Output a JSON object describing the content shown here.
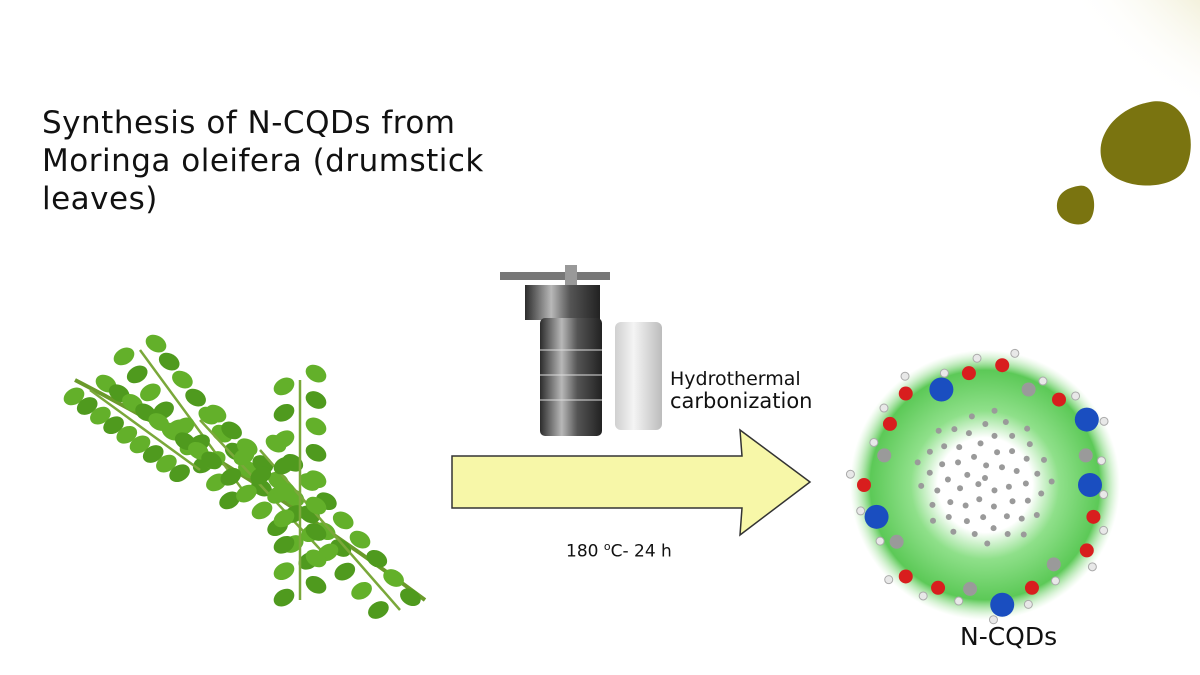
{
  "slide": {
    "title": "Synthesis of N-CQDs from Moringa oleifera (drumstick leaves)",
    "process_line1": "Hydrothermal",
    "process_line2": "carbonization",
    "condition_temp": "180 ",
    "condition_deg": "o",
    "condition_rest": "C- 24 h",
    "product_label": "N-CQDs"
  },
  "colors": {
    "accent_olive": "#7a7410",
    "arrow_fill": "#f7f7a8",
    "glow": "#6fd36a"
  }
}
